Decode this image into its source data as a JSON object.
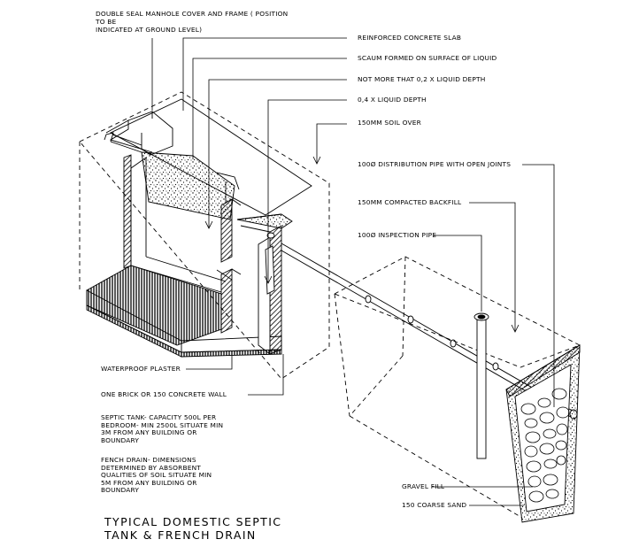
{
  "labels": {
    "manhole_line1": "DOUBLE SEAL MANHOLE COVER AND FRAME ( POSITION",
    "manhole_line2": "TO BE",
    "manhole_line3": "INDICATED AT GROUND LEVEL)",
    "slab": "REINFORCED CONCRETE SLAB",
    "scum": "SCAUM FORMED ON SURFACE OF LIQUID",
    "liquid_depth_02": "NOT MORE THAT 0,2 x LIQUID DEPTH",
    "liquid_depth_04": "0,4 x LIQUID DEPTH",
    "soil_over": "150mm SOIL OVER",
    "distribution_pipe": "100ø DISTRIBUTION PIPE WITH OPEN JOINTS",
    "backfill": "150mm COMPACTED BACKFILL",
    "inspection_pipe": "100ø INSPECTION PIPE",
    "waterproof_plaster": "WATERPROOF PLASTER",
    "brick_wall": "ONE BRICK OR 150 CONCRETE WALL",
    "gravel_fill": "GRAVEL FILL",
    "coarse_sand": "150 COARSE SAND"
  },
  "notes": {
    "septic_tank": "SEPTIC TANK- CAPACITY 500L PER BEDROOM- MIN 2500L SITUATE MIN 3M FROM ANY BUILDING OR BOUNDARY",
    "french_drain": "FENCH DRAIN- DIMENSIONS DETERMINED BY ABSORBENT QUALITIES OF SOIL SITUATE MIN 5m FROM ANY BUILDING OR BOUNDARY"
  },
  "title": {
    "line1": "TYPICAL DOMESTIC SEPTIC",
    "line2": "TANK & FRENCH DRAIN"
  }
}
